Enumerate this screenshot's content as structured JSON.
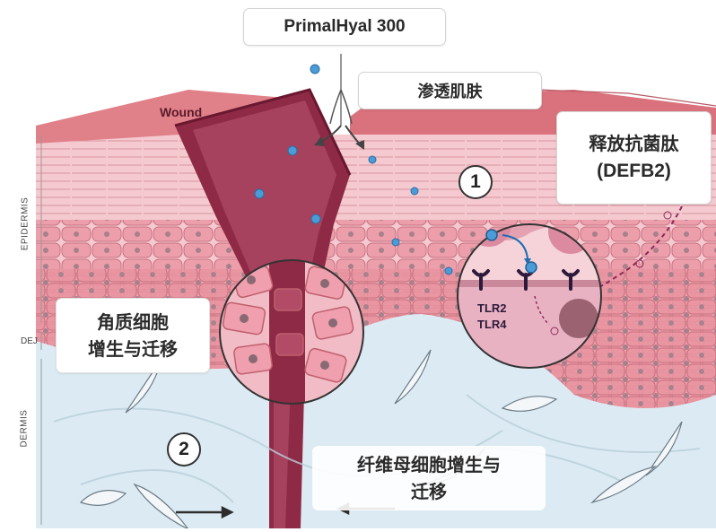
{
  "product": {
    "name": "PrimalHyal 300"
  },
  "labels": {
    "wound": "Wound",
    "penetrate": "渗透肌肤",
    "release_line1": "释放抗菌肽",
    "release_line2": "(DEFB2)",
    "keratinocyte_line1": "角质细胞",
    "keratinocyte_line2": "增生与迁移",
    "fibroblast_line1": "纤维母细胞增生与",
    "fibroblast_line2": "迁移",
    "tlr2": "TLR2",
    "tlr4": "TLR4"
  },
  "layers": {
    "epidermis": "EPIDERMIS",
    "dej": "DEJ",
    "dermis": "DERMIS"
  },
  "steps": [
    "1",
    "2"
  ],
  "colors": {
    "skin_top": "#d9727c",
    "epidermis": "#f2c2c8",
    "cells": "#e79aa5",
    "wound": "#8e2a45",
    "wound_dark": "#6a1830",
    "dermis": "#dbe9f1",
    "molecule": "#4a9bd6"
  }
}
